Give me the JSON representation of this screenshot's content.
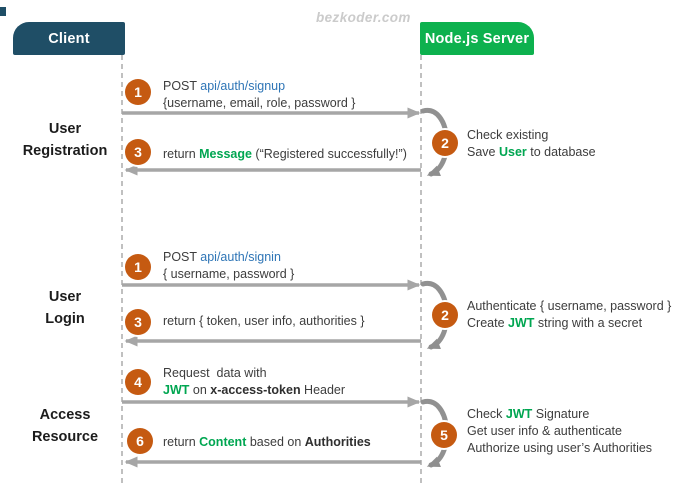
{
  "page": {
    "watermark": "bezkoder.com"
  },
  "actors": {
    "client": "Client",
    "server": "Node.js Server"
  },
  "sections": {
    "registration": {
      "line1": "User",
      "line2": "Registration"
    },
    "login": {
      "line1": "User",
      "line2": "Login"
    },
    "access": {
      "line1": "Access",
      "line2": "Resource"
    }
  },
  "steps": {
    "reg1": {
      "num": "1",
      "l1a": "POST ",
      "l1b": "api/auth/signup",
      "l2": "{username, email, role, password }"
    },
    "reg2": {
      "num": "2",
      "l1": "Check existing",
      "l2a": "Save ",
      "l2b": "User",
      "l2c": " to database"
    },
    "reg3": {
      "num": "3",
      "l1a": "return ",
      "l1b": "Message",
      "l1c": " (“Registered successfully!”)"
    },
    "login1": {
      "num": "1",
      "l1a": "POST ",
      "l1b": "api/auth/signin",
      "l2": "{ username, password }"
    },
    "login2": {
      "num": "2",
      "l1": "Authenticate { username, password }",
      "l2a": "Create ",
      "l2b": "JWT",
      "l2c": " string with a secret"
    },
    "login3": {
      "num": "3",
      "l1": "return { token, user info, authorities }"
    },
    "access4": {
      "num": "4",
      "l1": "Request  data with",
      "l2a": "JWT",
      "l2b": " on ",
      "l2c": "x-access-token",
      "l2d": " Header"
    },
    "access5": {
      "num": "5",
      "l1a": "Check ",
      "l1b": "JWT",
      "l1c": " Signature",
      "l2": "Get user info & authenticate",
      "l3": "Authorize using user’s Authorities"
    },
    "access6": {
      "num": "6",
      "l1a": "return ",
      "l1b": "Content",
      "l1c": " based on ",
      "l1d": "Authorities"
    }
  },
  "colors": {
    "client_box": "#1f4e66",
    "server_box": "#0db14e",
    "step_badge": "#c55a11",
    "highlight_green": "#00a651",
    "link_blue": "#2e75b6",
    "arrow_gray": "#a6a6a6"
  }
}
